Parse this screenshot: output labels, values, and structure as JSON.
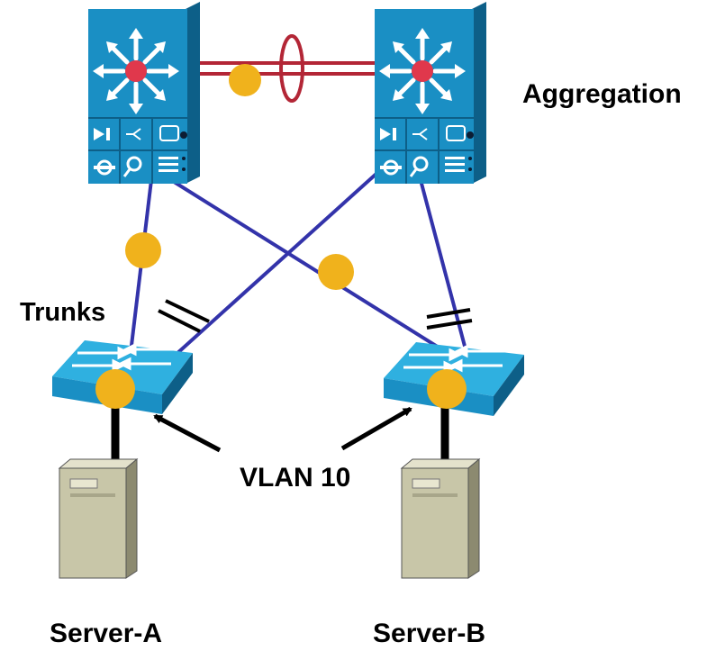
{
  "labels": {
    "aggregation": "Aggregation",
    "trunks": "Trunks",
    "vlan": "VLAN 10",
    "server_a": "Server-A",
    "server_b": "Server-B"
  },
  "colors": {
    "device_blue": "#1a8fc4",
    "device_dark": "#0d5f88",
    "link_blue": "#3333aa",
    "port_channel_red": "#b32636",
    "stp_dot": "#f0b21c",
    "server_beige": "#c8c6a8",
    "switch_top": "#2fb0e0"
  },
  "icons": {
    "multilayer_switch": "multilayer-switch-icon",
    "access_switch": "access-switch-icon",
    "server": "server-icon"
  }
}
